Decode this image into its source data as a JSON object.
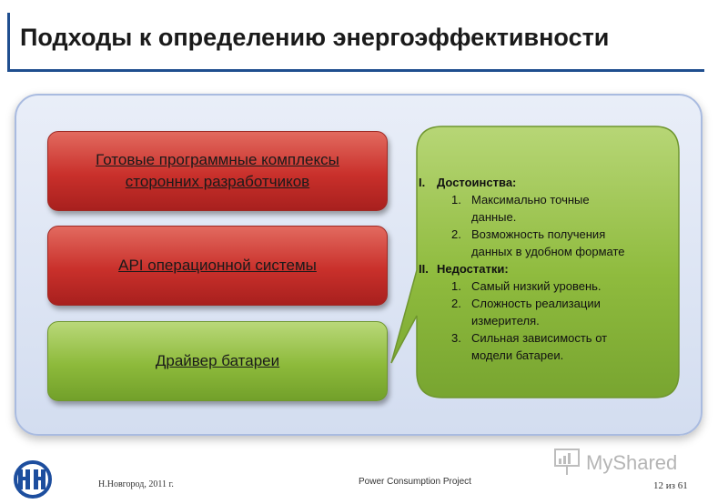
{
  "slide": {
    "title": "Подходы к определению энергоэффективности",
    "boxes": [
      {
        "line1": "Готовые программные комплексы",
        "line2": "сторонних разработчиков"
      },
      {
        "label": "API операционной системы"
      },
      {
        "label": "Драйвер батареи"
      }
    ],
    "bubble": {
      "sections": [
        {
          "num": "I.",
          "heading": "Достоинства:",
          "items": [
            {
              "num": "1.",
              "lines": [
                "Максимально точные",
                "данные."
              ]
            },
            {
              "num": "2.",
              "lines": [
                "Возможность получения",
                "данных в удобном формате"
              ]
            }
          ]
        },
        {
          "num": "II.",
          "heading": "Недостатки:",
          "items": [
            {
              "num": "1.",
              "lines": [
                "Самый низкий уровень."
              ]
            },
            {
              "num": "2.",
              "lines": [
                "Сложность реализации",
                "измерителя."
              ]
            },
            {
              "num": "3.",
              "lines": [
                "Сильная зависимость от",
                "модели батареи."
              ]
            }
          ]
        }
      ]
    },
    "colors": {
      "accent_line": "#1f4e8f",
      "red_box": "#c9302b",
      "green_box": "#8dba3b"
    }
  },
  "footer": {
    "left": "Н.Новгород, 2011 г.",
    "center": "Power Consumption Project",
    "right": "12 из 61",
    "watermark": "MyShared",
    "logo_icon": "nngu-logo-icon"
  }
}
